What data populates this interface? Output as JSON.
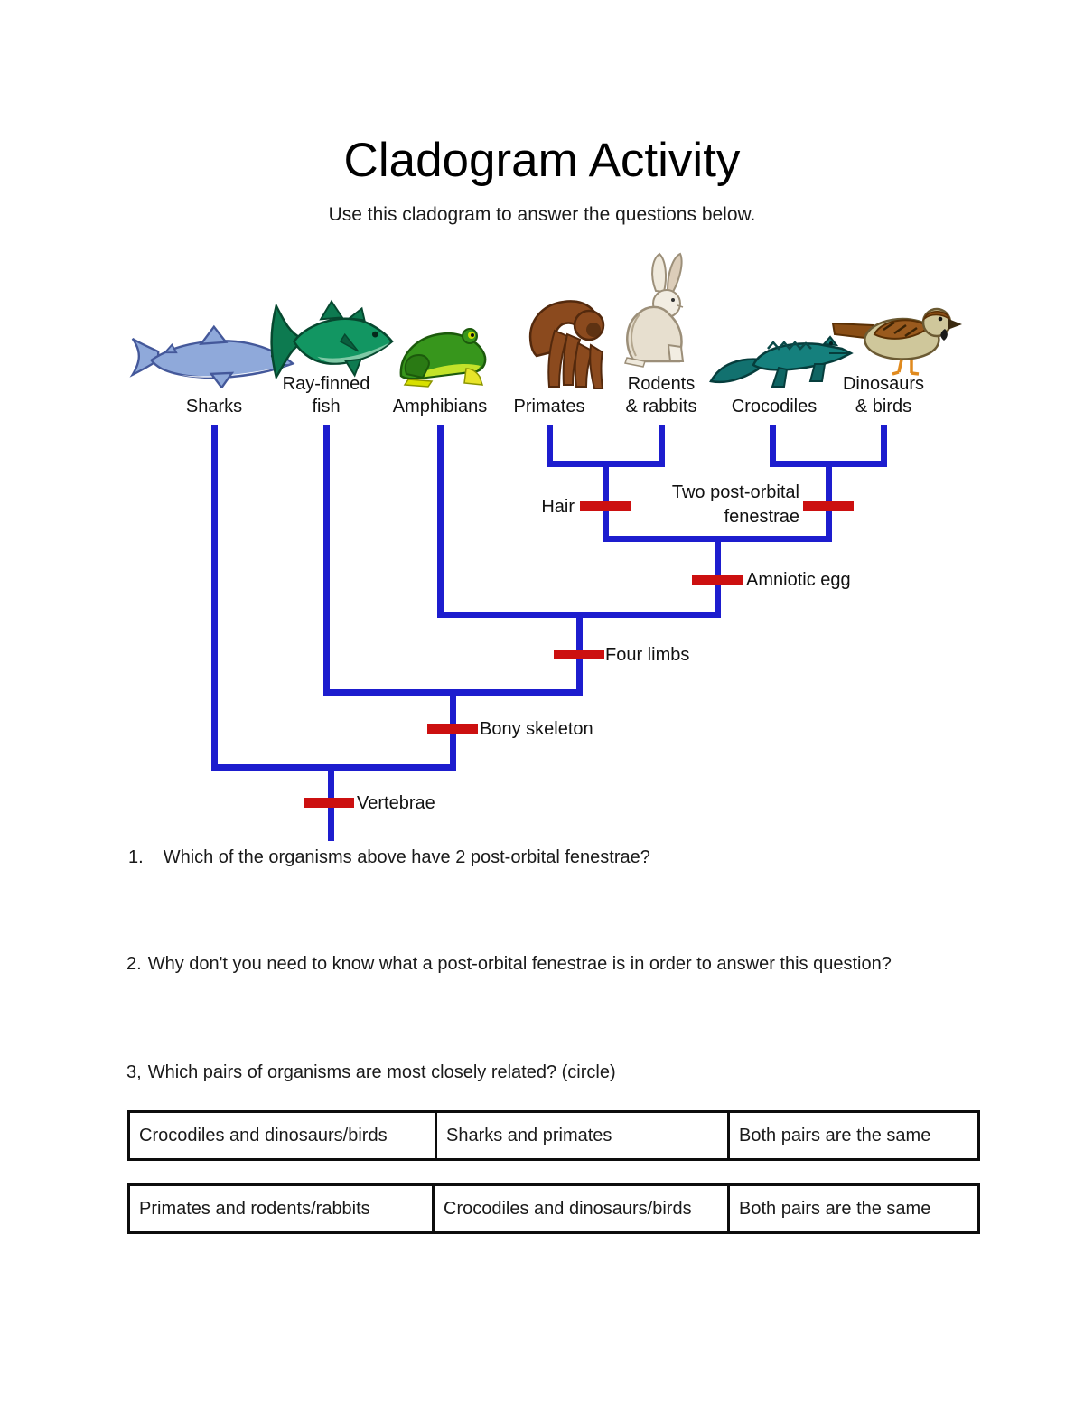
{
  "document": {
    "title": "Cladogram Activity",
    "subtitle": "Use this cladogram to answer the questions below."
  },
  "cladogram": {
    "branch_color": "#1d1dce",
    "trait_marker_color": "#cc1010",
    "taxa": [
      {
        "id": "sharks",
        "line1": "Sharks",
        "line2": "",
        "icon": "shark-icon"
      },
      {
        "id": "ray-finned-fish",
        "line1": "Ray-finned",
        "line2": "fish",
        "icon": "ray-finned-fish-icon"
      },
      {
        "id": "amphibians",
        "line1": "Amphibians",
        "line2": "",
        "icon": "frog-icon"
      },
      {
        "id": "primates",
        "line1": "Primates",
        "line2": "",
        "icon": "primate-icon"
      },
      {
        "id": "rodents-rabbits",
        "line1": "Rodents",
        "line2": "& rabbits",
        "icon": "rabbit-icon"
      },
      {
        "id": "crocodiles",
        "line1": "Crocodiles",
        "line2": "",
        "icon": "crocodile-icon"
      },
      {
        "id": "dinosaurs-birds",
        "line1": "Dinosaurs",
        "line2": "& birds",
        "icon": "bird-icon"
      }
    ],
    "traits": [
      {
        "id": "hair",
        "line1": "Hair",
        "line2": ""
      },
      {
        "id": "two-post-orbital-fenestrae",
        "line1": "Two post-orbital",
        "line2": "fenestrae"
      },
      {
        "id": "amniotic-egg",
        "line1": "Amniotic egg",
        "line2": ""
      },
      {
        "id": "four-limbs",
        "line1": "Four limbs",
        "line2": ""
      },
      {
        "id": "bony-skeleton",
        "line1": "Bony skeleton",
        "line2": ""
      },
      {
        "id": "vertebrae",
        "line1": "Vertebrae",
        "line2": ""
      }
    ]
  },
  "questions": [
    {
      "number": "1.",
      "text": "Which of the organisms above have 2 post-orbital fenestrae?"
    },
    {
      "number": "2.",
      "text": "Why don't you need to know what a post-orbital fenestrae is in order to answer this question?"
    },
    {
      "number": "3,",
      "text": "Which pairs of organisms are most closely related? (circle)"
    }
  ],
  "answer_tables": [
    {
      "options": [
        "Crocodiles and dinosaurs/birds",
        "Sharks and primates",
        "Both pairs are the same"
      ]
    },
    {
      "options": [
        "Primates and rodents/rabbits",
        "Crocodiles and dinosaurs/birds",
        "Both pairs are the same"
      ]
    }
  ]
}
